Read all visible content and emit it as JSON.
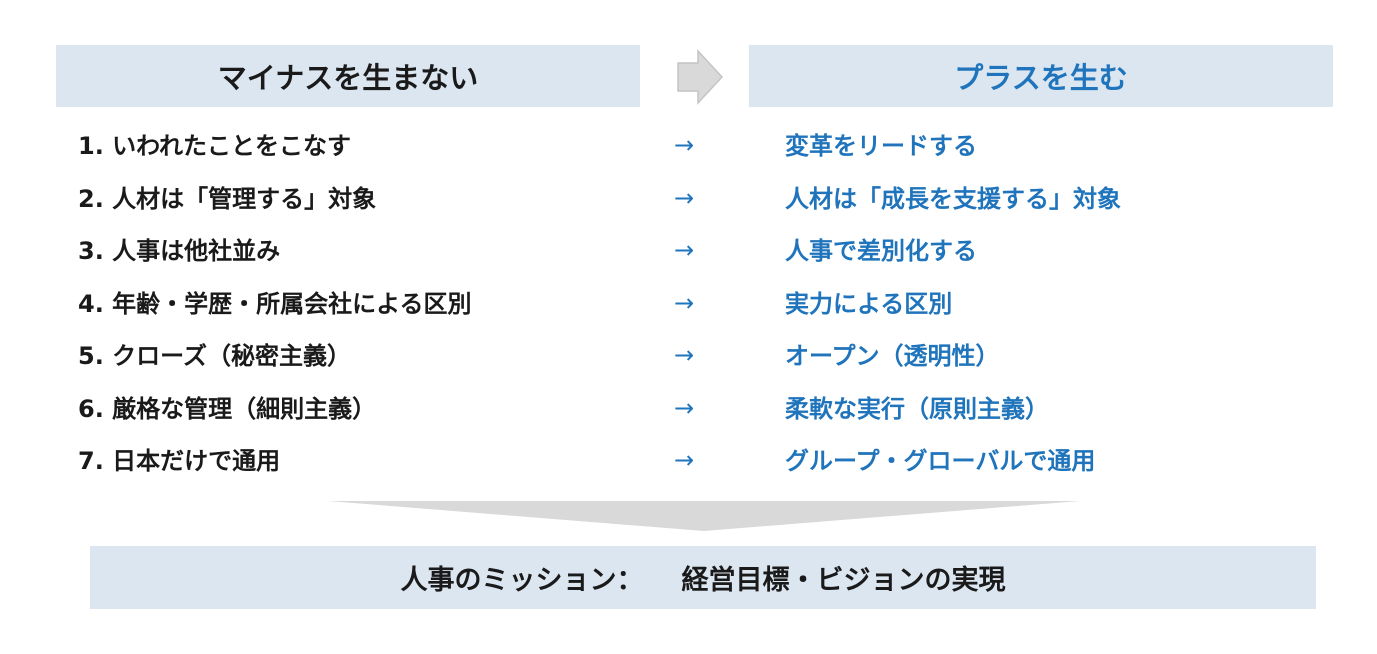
{
  "header": {
    "left_title": "マイナスを生まない",
    "right_title": "プラスを生む"
  },
  "arrow_glyph": "→",
  "rows": [
    {
      "left": "1. いわれたことをこなす",
      "right": "変革をリードする"
    },
    {
      "left": "2. 人材は「管理する」対象",
      "right": "人材は「成長を支援する」対象"
    },
    {
      "left": "3. 人事は他社並み",
      "right": "人事で差別化する"
    },
    {
      "left": "4. 年齢・学歴・所属会社による区別",
      "right": "実力による区別"
    },
    {
      "left": "5. クローズ（秘密主義）",
      "right": "オープン（透明性）"
    },
    {
      "left": "6. 厳格な管理（細則主義）",
      "right": "柔軟な実行（原則主義）"
    },
    {
      "left": "7. 日本だけで通用",
      "right": "グループ・グローバルで通用"
    }
  ],
  "mission": {
    "label": "人事のミッション：",
    "value": "経営目標・ビジョンの実現"
  },
  "colors": {
    "header_bg": "#dbe6f1",
    "accent_blue": "#1f74bc",
    "text_dark": "#1a1a1a",
    "arrow_gray": "#d9d9d9"
  }
}
